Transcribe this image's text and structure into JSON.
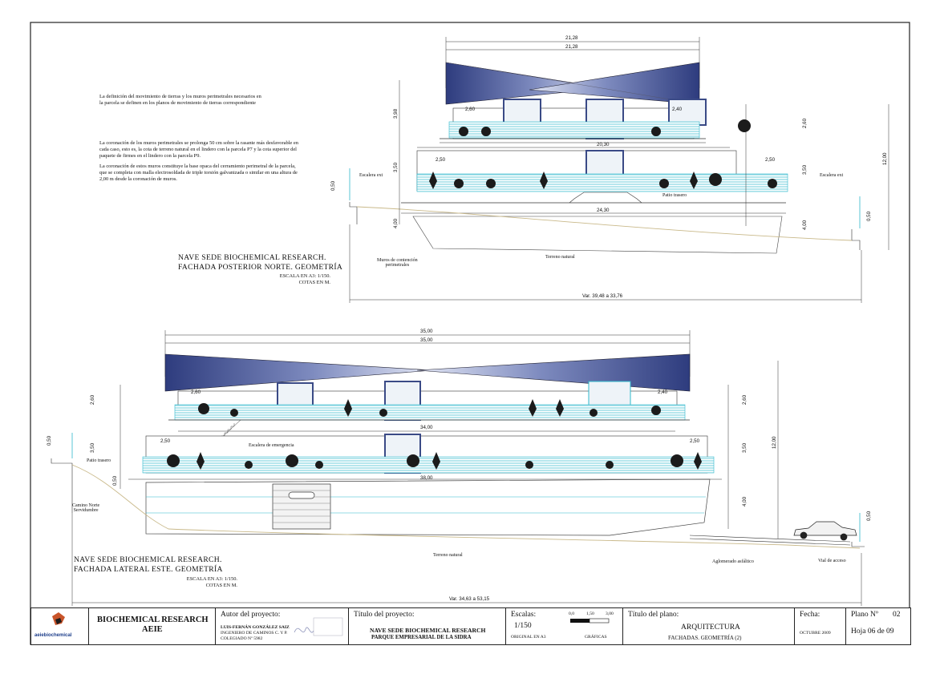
{
  "notes": {
    "note1_line1": "La definición del movimiento de tierras y los muros perimetrales necesarios en",
    "note1_line2": "la parcela se definen en los planos de movimiento de tierras correspondiente",
    "note2_p1_l1": "La coronación de los muros perimetrales se prolonga 50 cm sobre la rasante más desfavorable en",
    "note2_p1_l2": "cada caso, esto es, la cota de terreno natural en el lindero con la parcela P7 y la cota superior del",
    "note2_p1_l3": "paquete de firmes en el lindero con la parcela P9.",
    "note2_p2_l1": "La coronación de estos muros constituye la base opaca del cerramiento perimetral de la parcela,",
    "note2_p2_l2": "que se completa con malla electrosoldada de triple torsión galvanizada o similar en una altura de",
    "note2_p2_l3": "2,00 m desde la coronación de muros."
  },
  "north": {
    "title_l1": "NAVE SEDE BIOCHEMICAL RESEARCH.",
    "title_l2": "FACHADA POSTERIOR NORTE. GEOMETRÍA",
    "scale": "ESCALA EN A3: 1/150.",
    "units": "COTAS EN M.",
    "dims": {
      "top1": "21,28",
      "top2": "21,28",
      "left_w1": "2,60",
      "right_w1": "2,40",
      "mid": "20,30",
      "left_w2": "2,50",
      "right_w2": "2,50",
      "base": "24,30",
      "total": "Var. 39,48 a 33,76"
    },
    "vdims": {
      "h1": "3,98",
      "h2": "3,50",
      "h3": "4,00",
      "left_small": "0,50",
      "r1": "2,60",
      "r2": "3,50",
      "r3": "4,00",
      "total": "12,00",
      "right_small": "0,50"
    },
    "labels": {
      "escalera_left": "Escalera ext",
      "escalera_right": "Escalera ext",
      "patio": "Patio trasero",
      "terreno": "Terreno natural",
      "muros_l1": "Muros de contención",
      "muros_l2": "perimetrales"
    }
  },
  "east": {
    "title_l1": "NAVE SEDE BIOCHEMICAL RESEARCH.",
    "title_l2": "FACHADA LATERAL ESTE. GEOMETRÍA",
    "scale": "ESCALA EN A3: 1/150.",
    "units": "COTAS EN M.",
    "dims": {
      "top1": "35,00",
      "top2": "35,00",
      "left_w1": "2,60",
      "right_w1": "2,40",
      "mid": "34,00",
      "left_w2": "2,50",
      "right_w2": "2,50",
      "base": "38,00",
      "total": "Var. 34,63 a 53,15"
    },
    "vdims": {
      "l1": "2,60",
      "l2": "3,50",
      "l3": "0,50",
      "left_small": "0,50",
      "r1": "2,60",
      "r2": "3,50",
      "r3": "4,00",
      "total": "12,00",
      "right_small": "0,50"
    },
    "labels": {
      "escalera_emergencia": "Escalera de emergencia",
      "patio": "Patio trasero",
      "camino_l1": "Camino Norte",
      "camino_l2": "Servidumbre",
      "terreno": "Terreno natural",
      "aglomerado": "Aglomerado asfáltico",
      "vial": "Vial de acceso"
    }
  },
  "titleblock": {
    "company_l1": "BIOCHEMICAL RESEARCH",
    "company_l2": "AEIE",
    "logo_text": "aeiebiochemical",
    "autor_label": "Autor del proyecto:",
    "autor_name": "LUIS-FERNÁN GONZÁLEZ SAIZ",
    "autor_role": "INGENIERO DE CAMINOS C. Y P.",
    "autor_col": "COLEGIADO Nº 5982",
    "titulo_label": "Título del proyecto:",
    "titulo_l1": "NAVE SEDE BIOCHEMICAL RESEARCH",
    "titulo_l2": "PARQUE EMPRESARIAL DE LA SIDRA",
    "escalas_label": "Escalas:",
    "escala_val": "1/150",
    "escala_orig": "ORIGINAL EN A3",
    "graf_0": "0,0",
    "graf_1": "1,50",
    "graf_2": "3,00",
    "graficas": "GRÁFICAS",
    "plano_label": "Título del plano:",
    "plano_l1": "ARQUITECTURA",
    "plano_l2": "FACHADAS. GEOMETRÍA (2)",
    "fecha_label": "Fecha:",
    "fecha_val": "OCTUBRE 2009",
    "planon_label": "Plano Nº",
    "planon_val": "02",
    "hoja": "Hoja  06 de 09"
  },
  "colors": {
    "roof_dark": "#3a4a86",
    "roof_light": "#c9d0ea",
    "rail": "#2fb8cc",
    "ink": "#222222",
    "ground": "#c9b98a"
  }
}
